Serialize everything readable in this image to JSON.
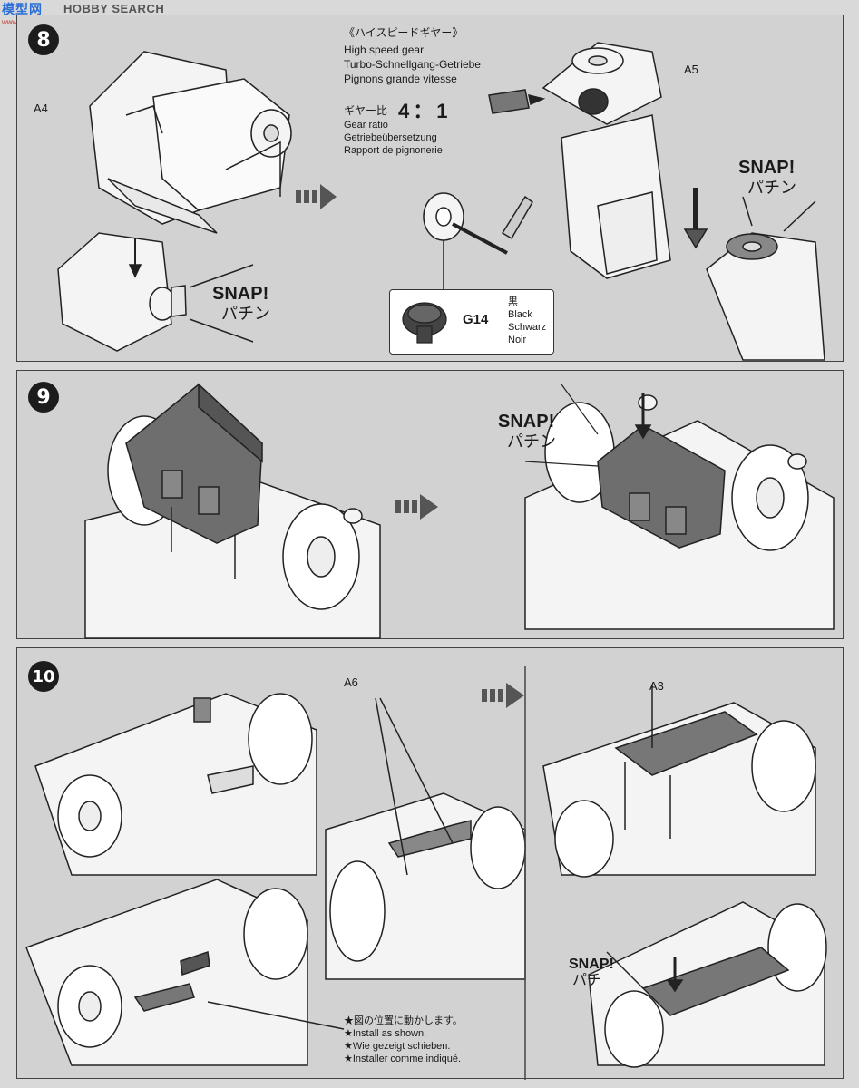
{
  "watermark": {
    "cn": "模型网",
    "en": "HOBBY SEARCH",
    "url": "www.moxing.net"
  },
  "step8": {
    "number": "8",
    "part_a4": "A4",
    "part_a5": "A5",
    "snap_left": "SNAP!",
    "snap_left_jp": "パチン",
    "snap_right": "SNAP!",
    "snap_right_jp": "パチン",
    "gear_title_jp": "《ハイスピードギヤー》",
    "gear_title_lines": [
      "High speed gear",
      "Turbo-Schnellgang-Getriebe",
      "Pignons grande vitesse"
    ],
    "ratio_label_jp": "ギヤー比",
    "ratio_value": "4：1",
    "ratio_lines": [
      "Gear ratio",
      "Getriebeübersetzung",
      "Rapport de pignonerie"
    ],
    "gear_part": "G14",
    "gear_color_jp": "黒",
    "gear_color_lines": [
      "Black",
      "Schwarz",
      "Noir"
    ]
  },
  "step9": {
    "number": "9",
    "snap": "SNAP!",
    "snap_jp": "パチン"
  },
  "step10": {
    "number": "10",
    "part_a6": "A6",
    "part_a3": "A3",
    "snap": "SNAP!",
    "snap_jp": "パチ",
    "install_notes": [
      "★図の位置に動かします。",
      "★Install as shown.",
      "★Wie gezeigt schieben.",
      "★Installer comme indiqué."
    ]
  },
  "colors": {
    "panel_bg": "#d2d2d2",
    "part_dark": "#6e6e6e",
    "part_light": "#f4f4f4",
    "line": "#222222"
  }
}
